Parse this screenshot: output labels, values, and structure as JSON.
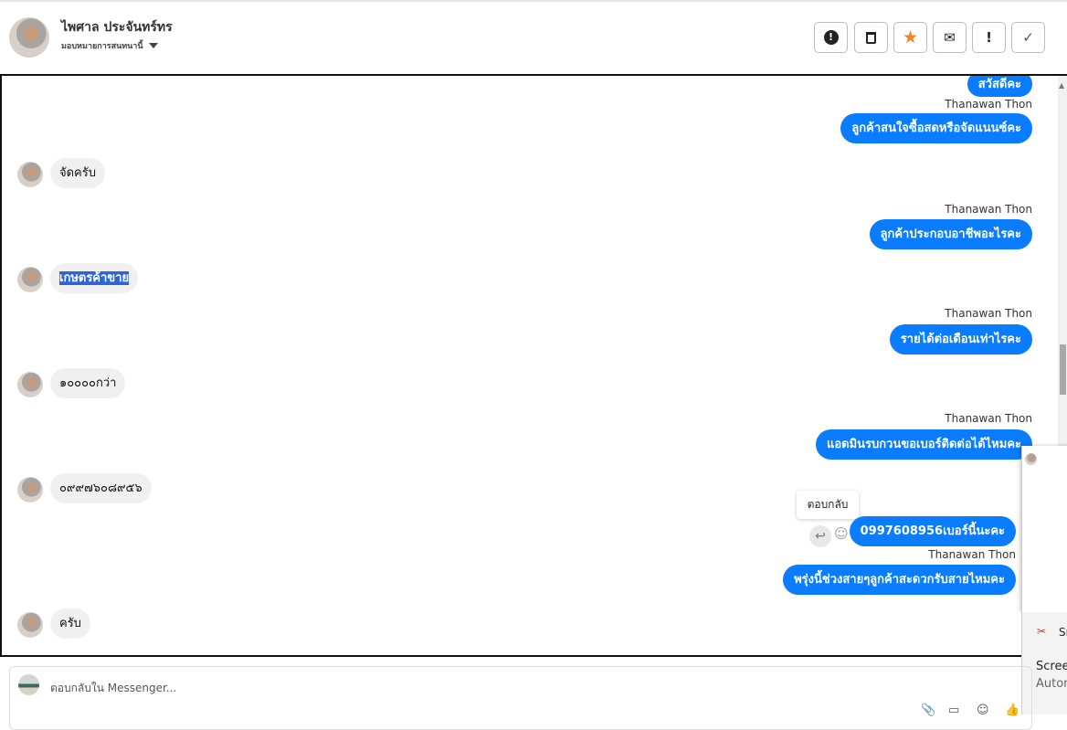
{
  "header": {
    "name": "ไพศาล ประจันทร์ทร",
    "assign_label": "มอบหมายการสนทนานี้",
    "buttons": [
      {
        "icon": "alert-circle-icon",
        "glyph": "❗"
      },
      {
        "icon": "trash-icon",
        "glyph": "🗑"
      },
      {
        "icon": "star-icon",
        "glyph": "★"
      },
      {
        "icon": "mail-open-icon",
        "glyph": "✉"
      },
      {
        "icon": "exclamation-icon",
        "glyph": "!"
      },
      {
        "icon": "check-icon",
        "glyph": "✓"
      }
    ]
  },
  "colors": {
    "accent": "#0a7cff",
    "star": "#f5821f"
  },
  "messages": {
    "out": [
      {
        "name": "",
        "text": "สวัสดีคะ"
      },
      {
        "name": "Thanawan Thon",
        "text": "ลูกค้าสนใจซื้อสดหรือจัดแนนซ์คะ"
      },
      {
        "name": "Thanawan Thon",
        "text": "ลูกค้าประกอบอาชีพอะไรคะ"
      },
      {
        "name": "Thanawan Thon",
        "text": "รายได้ต่อเดือนเท่าไรคะ"
      },
      {
        "name": "Thanawan Thon",
        "text": "แอดมินรบกวนขอเบอร์ติดต่อได้ไหมคะ"
      },
      {
        "name": "",
        "text": "0997608956เบอร์นี้นะคะ"
      },
      {
        "name": "Thanawan Thon",
        "text": "พรุ่งนี้ช่วงสายๆลูกค้าสะดวกรับสายไหมคะ"
      }
    ],
    "in": [
      "จัดครับ",
      "เกษตรค้าขาย",
      "๑๐๐๐๐กว่า",
      "๐๙๙๗๖๐๘๙๕๖",
      "ครับ"
    ]
  },
  "tooltip": "ตอบกลับ",
  "composer": {
    "placeholder": "ตอบกลับใน Messenger..."
  },
  "notification": {
    "app": "Sn",
    "title": "Scree",
    "body": "Autor"
  }
}
